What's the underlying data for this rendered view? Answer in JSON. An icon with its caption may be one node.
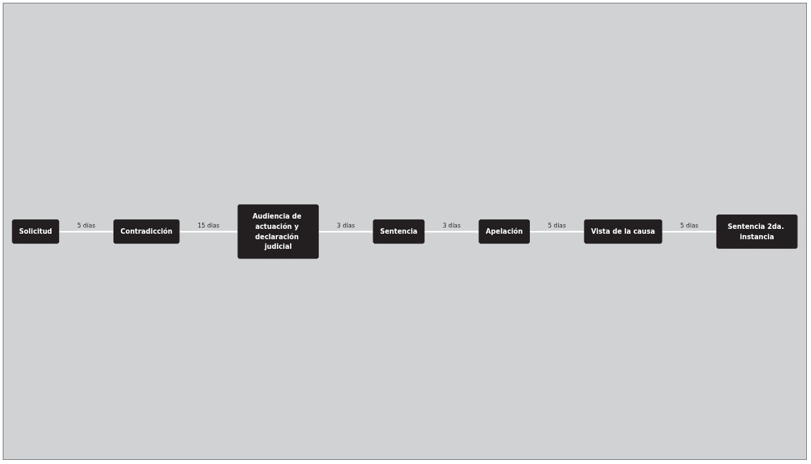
{
  "diagram": {
    "nodes": [
      {
        "text": [
          "Solicitud"
        ]
      },
      {
        "text": [
          "Contradicción"
        ]
      },
      {
        "text": [
          "Audiencia de actuación y declaración judicial"
        ]
      },
      {
        "text": [
          "Sentencia"
        ]
      },
      {
        "text": [
          "Apelación"
        ]
      },
      {
        "text": [
          "Vista de la causa"
        ]
      },
      {
        "text": [
          "Sentencia 2da. instancia"
        ]
      }
    ],
    "edges": [
      {
        "from": 0,
        "to": 1,
        "arrow": "to",
        "label": "5 días"
      },
      {
        "from": 1,
        "to": 2,
        "arrow": "to",
        "label": "15 días"
      },
      {
        "from": 2,
        "to": 3,
        "arrow": "to",
        "label": "3 días"
      },
      {
        "from": 3,
        "to": 4,
        "arrow": "to",
        "label": "3 días"
      },
      {
        "from": 4,
        "to": 5,
        "arrow": "to",
        "label": "5 días"
      },
      {
        "from": 5,
        "to": 6,
        "arrow": "to",
        "label": "5 días"
      }
    ]
  }
}
